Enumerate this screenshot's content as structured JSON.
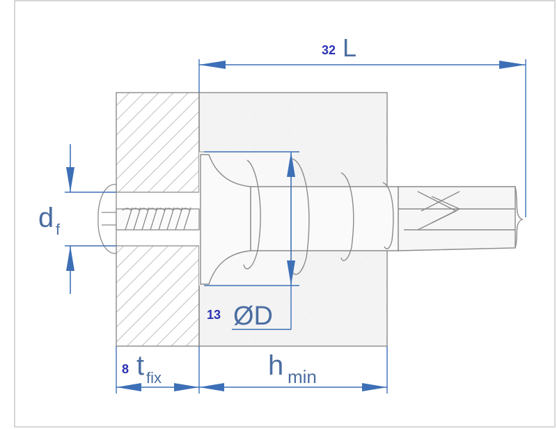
{
  "dimensions": {
    "L": {
      "letter": "L",
      "value": "32"
    },
    "D": {
      "letter": "ØD",
      "value": "13"
    },
    "d_f": {
      "letter": "d",
      "subscript": "f"
    },
    "t_fix": {
      "letter": "t",
      "subscript": "fix",
      "value": "8"
    },
    "h_min": {
      "letter": "h",
      "subscript": "min"
    }
  },
  "colors": {
    "dimension_line": "#3d6fb6",
    "dimension_text": "#4a6da0",
    "value_text": "#2b32b2",
    "outline": "#8a8a8a",
    "hatch": "#9a9a9a",
    "base_fill": "#f2f2f2"
  }
}
